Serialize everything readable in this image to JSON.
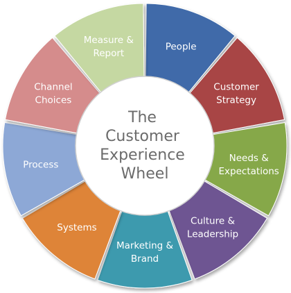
{
  "center": {
    "lines": [
      "The",
      "Customer",
      "Experience",
      "Wheel"
    ]
  },
  "segments": [
    {
      "id": "people",
      "lines": [
        "People"
      ],
      "color": "#3f6aa9"
    },
    {
      "id": "customer-strategy",
      "lines": [
        "Customer",
        "Strategy"
      ],
      "color": "#a84444"
    },
    {
      "id": "needs-expectations",
      "lines": [
        "Needs &",
        "Expectations"
      ],
      "color": "#86a84a"
    },
    {
      "id": "culture-leadership",
      "lines": [
        "Culture &",
        "Leadership"
      ],
      "color": "#6e5592"
    },
    {
      "id": "marketing-brand",
      "lines": [
        "Marketing &",
        "Brand"
      ],
      "color": "#3d9aae"
    },
    {
      "id": "systems",
      "lines": [
        "Systems"
      ],
      "color": "#de8438"
    },
    {
      "id": "process",
      "lines": [
        "Process"
      ],
      "color": "#8da8d6"
    },
    {
      "id": "channel-choices",
      "lines": [
        "Channel",
        "Choices"
      ],
      "color": "#d58c8c"
    },
    {
      "id": "measure-report",
      "lines": [
        "Measure &",
        "Report"
      ],
      "color": "#c5d8a2"
    }
  ]
}
